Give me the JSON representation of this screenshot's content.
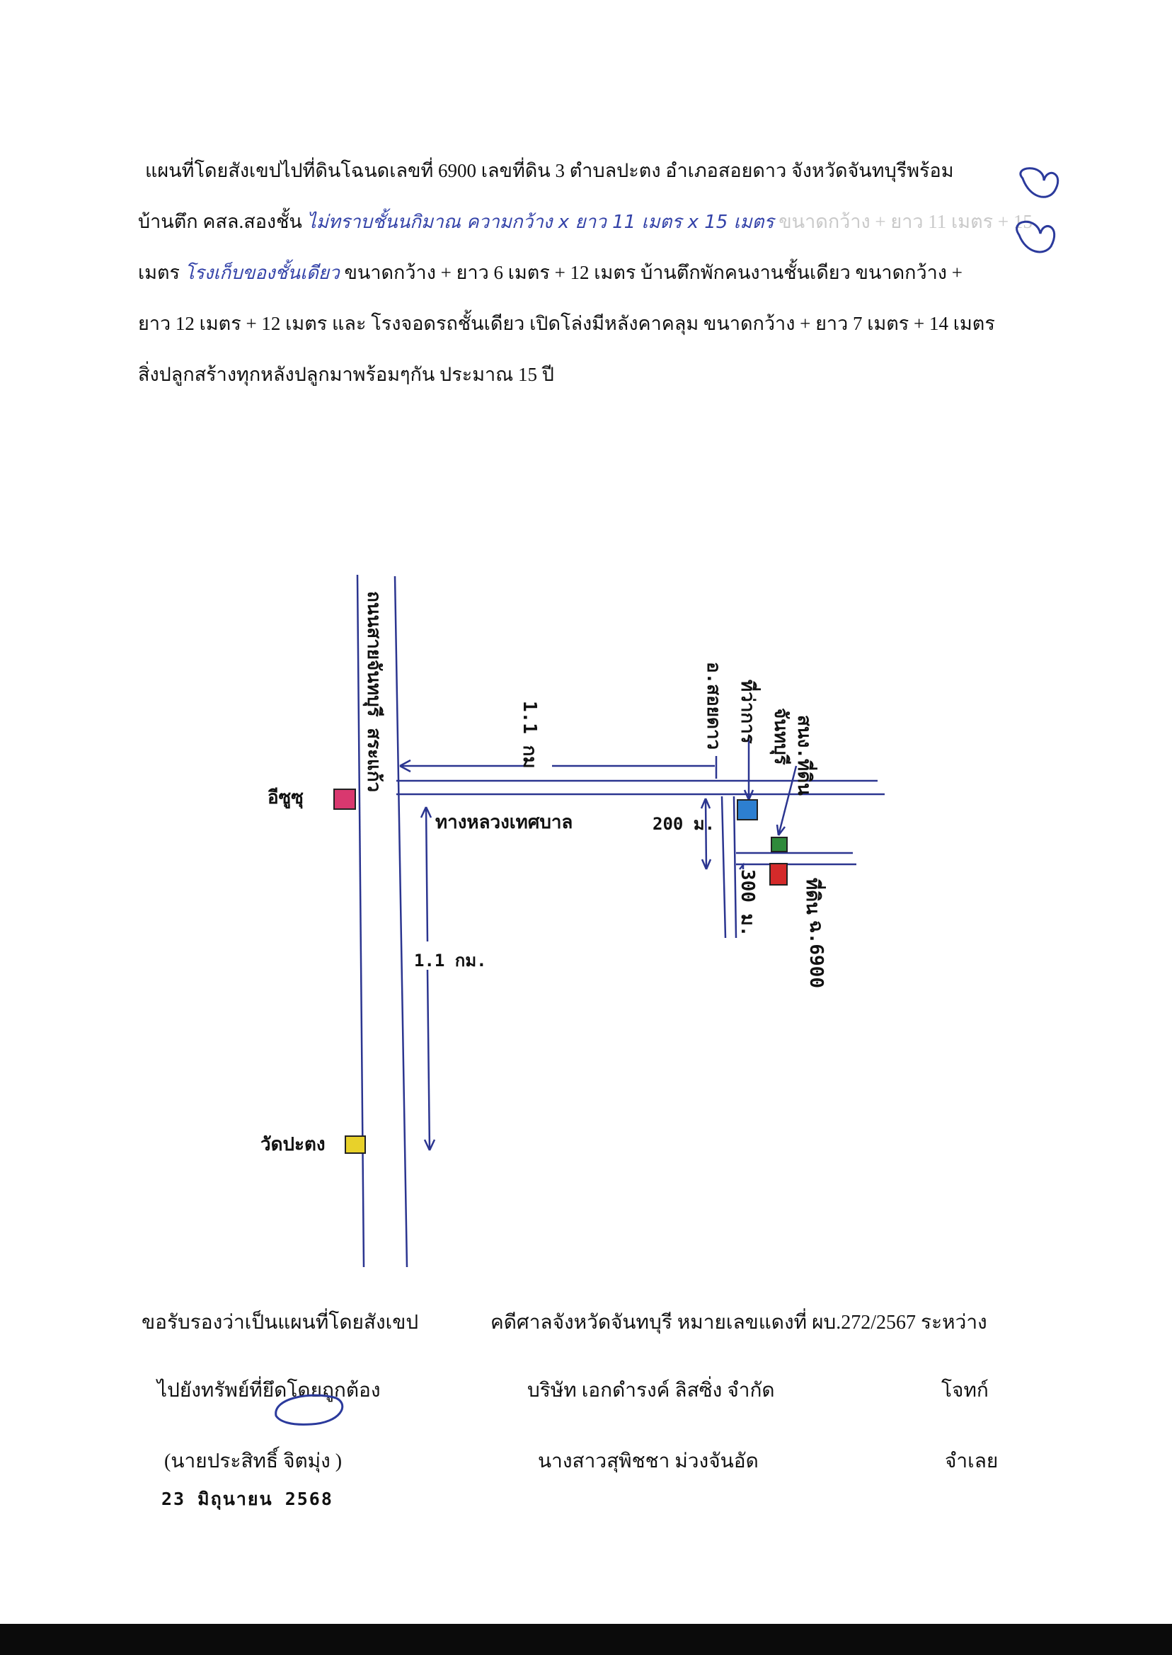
{
  "description_lines": {
    "line1": "แผนที่โดยสังเขปไปที่ดินโฉนดเลขที่ 6900 เลขที่ดิน 3 ตำบลปะตง อำเภอสอยดาว จังหวัดจันทบุรีพร้อม",
    "line2_prefix": "บ้านตึก คสล.สองชั้น",
    "line2_handwritten": "ไม่ทราบชั้นนกิมาณ ความกว้าง x ยาว 11 เมตร x 15 เมตร",
    "line2_faded": "ขนาดกว้าง + ยาว 11 เมตร + 15",
    "line3_prefix": "เมตร",
    "line3_handwritten": "โรงเก็บของชั้นเดียว",
    "line3_rest": "ขนาดกว้าง + ยาว 6 เมตร + 12 เมตร บ้านตึกพักคนงานชั้นเดียว  ขนาดกว้าง +",
    "line4": "ยาว  12 เมตร + 12 เมตร และ โรงจอดรถชั้นเดียว เปิดโล่งมีหลังคาคลุม ขนาดกว้าง + ยาว 7 เมตร + 14 เมตร",
    "line5": "สิ่งปลูกสร้างทุกหลังปลูกมาพร้อมๆกัน ประมาณ 15  ปี"
  },
  "map": {
    "main_road_label": "ถนนสายจันทบุรี  สระแก้ว",
    "municipal_road_label": "ทางหลวงเทศบาล",
    "district_label": "อ.สอยดาว",
    "office_label_1": "ที่ว่าการ",
    "office_label_2": "จันทบุรี",
    "office_label_3": "สนง.ที่ดิน",
    "land_label_1": "ที่ดิน",
    "land_label_2": "ฉ.6900",
    "dist_1_1_km_top": "1.1 กม",
    "dist_1_1_km_side": "1.1 กม.",
    "dist_200_m": "200 ม.",
    "dist_300_m": "300 ม.",
    "landmark_isuzu": "อีซูซุ",
    "landmark_wat": "วัดปะตง",
    "colors": {
      "road_line": "#2b3590",
      "isuzu_marker": "#d9386f",
      "wat_marker": "#e8d12a",
      "office_marker": "#2d7fd0",
      "green_marker": "#2f8a3a",
      "land_marker": "#d42a2a"
    }
  },
  "footer": {
    "cert_line_1": "ขอรับรองว่าเป็นแผนที่โดยสังเขป",
    "cert_line_2": "ไปยังทรัพย์ที่ยึดโดยถูกต้อง",
    "cert_name": "(นายประสิทธิ์  จิตมุ่ง )",
    "cert_date": "23  มิถุนายน  2568",
    "case_line": "คดีศาลจังหวัดจันทบุรี หมายเลขแดงที่ ผบ.272/2567  ระหว่าง",
    "plaintiff_name": "บริษัท เอกดำรงค์ ลิสซิ่ง จำกัด",
    "plaintiff_role": "โจทก์",
    "defendant_name": "นางสาวสุพิชชา ม่วงจันอัด",
    "defendant_role": "จำเลย"
  }
}
